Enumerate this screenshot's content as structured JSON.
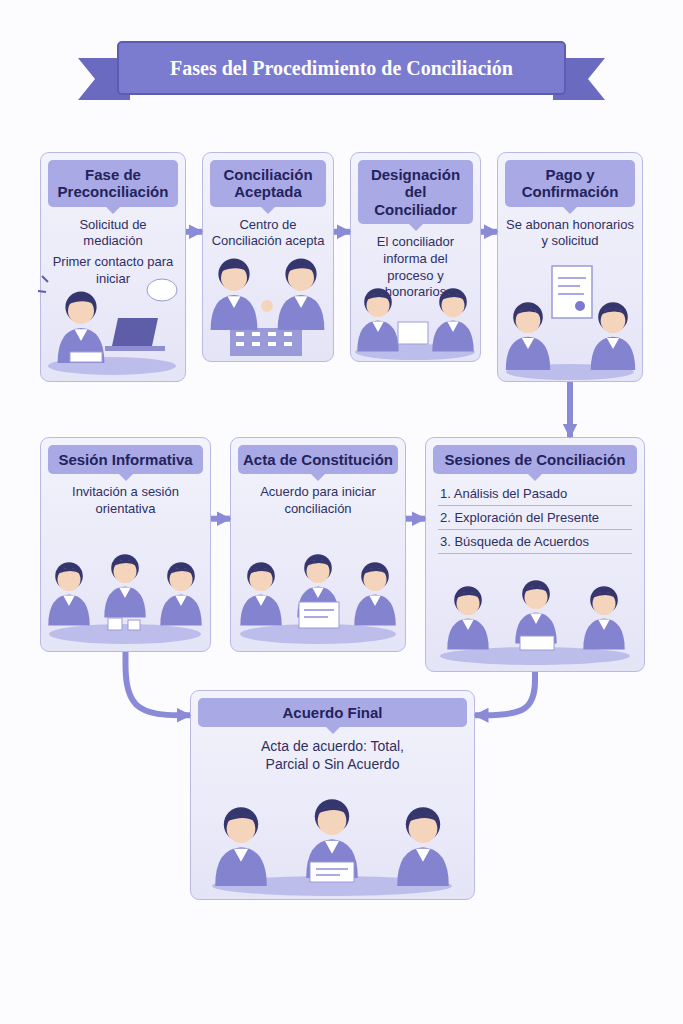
{
  "diagram": {
    "title": "Fases del Procedimiento de Conciliación",
    "nodes": [
      {
        "text": [
          "Fase de Preconciliación",
          "Solicitud de mediación",
          "Primer contacto para iniciar"
        ]
      },
      {
        "text": [
          "Conciliación Aceptada",
          "Centro de Conciliación acepta"
        ]
      },
      {
        "text": [
          "Designación del Conciliador",
          "El conciliador informa del proceso y honorarios"
        ]
      },
      {
        "text": [
          "Pago y Confirmación",
          "Se abonan honorarios y solicitud"
        ]
      },
      {
        "text": [
          "Sesión Informativa",
          "Invitación a sesión orientativa"
        ]
      },
      {
        "text": [
          "Acta de Constitución",
          "Acuerdo para iniciar conciliación"
        ]
      },
      {
        "text": [
          "Sesiones de Conciliación",
          "1. Análisis del Pasado",
          "2. Exploración del Presente",
          "3. Búsqueda de Acuerdos"
        ]
      },
      {
        "text": [
          "Acuerdo Final",
          "Acta de acuerdo: Total, Parcial o Sin Acuerdo"
        ]
      }
    ],
    "edges": [
      {
        "from": 0,
        "to": 1,
        "arrow": "to"
      },
      {
        "from": 1,
        "to": 2,
        "arrow": "to"
      },
      {
        "from": 2,
        "to": 3,
        "arrow": "to"
      },
      {
        "from": 3,
        "to": 6,
        "arrow": "to"
      },
      {
        "from": 4,
        "to": 5,
        "arrow": "to"
      },
      {
        "from": 5,
        "to": 6,
        "arrow": "to"
      },
      {
        "from": 4,
        "to": 7,
        "arrow": "to"
      },
      {
        "from": 6,
        "to": 7,
        "arrow": "to"
      }
    ]
  }
}
